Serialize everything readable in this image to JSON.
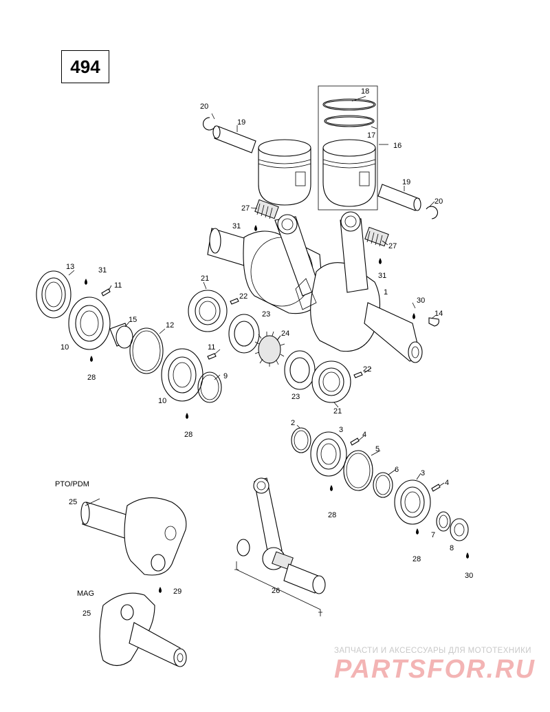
{
  "page_number": "494",
  "labels": {
    "p1": "1",
    "p2": "2",
    "p3a": "3",
    "p3b": "3",
    "p4a": "4",
    "p4b": "4",
    "p5": "5",
    "p6": "6",
    "p7": "7",
    "p8": "8",
    "p9": "9",
    "p10a": "10",
    "p10b": "10",
    "p11a": "11",
    "p11b": "11",
    "p12": "12",
    "p13": "13",
    "p14": "14",
    "p15": "15",
    "p16": "16",
    "p17": "17",
    "p18": "18",
    "p19a": "19",
    "p19b": "19",
    "p20a": "20",
    "p20b": "20",
    "p21a": "21",
    "p21b": "21",
    "p22a": "22",
    "p22b": "22",
    "p23a": "23",
    "p23b": "23",
    "p24": "24",
    "p25a": "25",
    "p25b": "25",
    "p26": "26",
    "p27a": "27",
    "p27b": "27",
    "p28a": "28",
    "p28b": "28",
    "p28c": "28",
    "p28d": "28",
    "p29": "29",
    "p30a": "30",
    "p30b": "30",
    "p31a": "31",
    "p31b": "31",
    "p31c": "31"
  },
  "section_labels": {
    "pto": "PTO/PDM",
    "mag": "MAG"
  },
  "watermark": {
    "subtitle": "ЗАПЧАСТИ И АКСЕССУАРЫ ДЛЯ МОТОТЕХНИКИ",
    "logo": "PARTSFOR.RU",
    "logo_color": "#f3b4b4",
    "subtitle_color": "#c8c8c8"
  }
}
